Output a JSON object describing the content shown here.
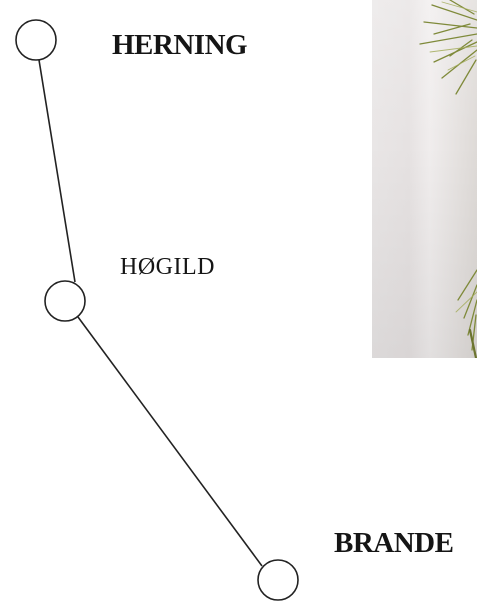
{
  "stations": [
    {
      "id": "herning",
      "name": "HERNING"
    },
    {
      "id": "hogild",
      "name": "HØGILD"
    },
    {
      "id": "brande",
      "name": "BRANDE"
    }
  ],
  "route": {
    "from": "herning",
    "via": "hogild",
    "to": "brande"
  },
  "colors": {
    "line": "#222222",
    "node_fill": "#ffffff",
    "label": "#151515",
    "photo_background": "#e8e5e5",
    "pine_green": "#7f8a3a"
  },
  "photo": {
    "subject": "pine-branch-photo"
  }
}
